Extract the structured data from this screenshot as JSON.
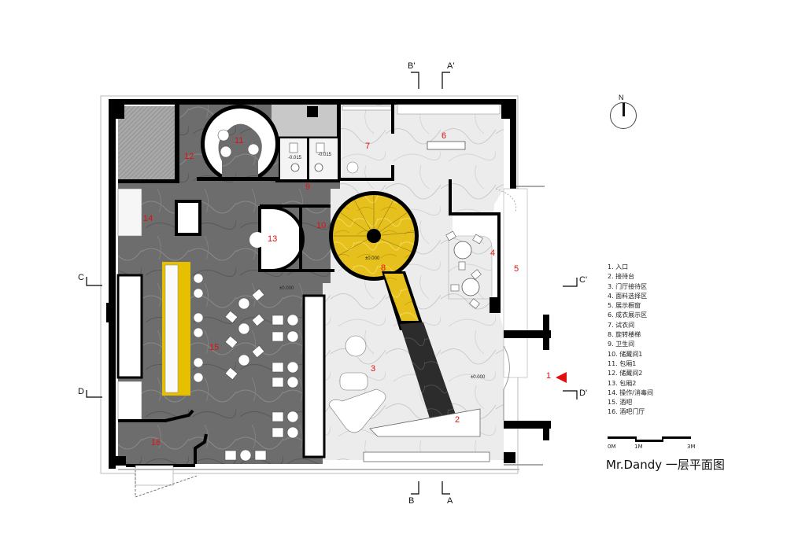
{
  "title": "Mr.Dandy 一层平面图",
  "north_label": "N",
  "legend": [
    "1. 入口",
    "2. 接待台",
    "3. 门厅接待区",
    "4. 面料选择区",
    "5. 展示橱窗",
    "6. 成衣展示区",
    "7. 试衣间",
    "8. 旋转楼梯",
    "9. 卫生间",
    "10. 储藏间1",
    "11. 包厢1",
    "12. 储藏间2",
    "13. 包厢2",
    "14. 操作/消毒间",
    "15. 酒吧",
    "16. 酒吧门厅"
  ],
  "scale_bar": {
    "labels": [
      "0M",
      "1M",
      "3M"
    ]
  },
  "section_marks": {
    "top": [
      "B'",
      "A'"
    ],
    "bottom": [
      "B",
      "A"
    ],
    "left": [
      "C",
      "D"
    ],
    "right": [
      "C'",
      "D'"
    ]
  },
  "room_numbers": {
    "r1": "1",
    "r2": "2",
    "r3": "3",
    "r4": "4",
    "r5": "5",
    "r6": "6",
    "r7": "7",
    "r8": "8",
    "r9": "9",
    "r10": "10",
    "r11": "11",
    "r12": "12",
    "r13": "13",
    "r14": "14",
    "r15": "15",
    "r16": "16"
  },
  "elevations": {
    "wc1": "-0.015",
    "wc2": "-0.015",
    "stair": "±0.000",
    "bar": "±0.000",
    "lobby": "±0.000"
  },
  "colors": {
    "wall": "#000000",
    "dark_marble": "#6e6e6e",
    "light_marble": "#e8e8e8",
    "stair_yellow": "#e8c21a",
    "bar_counter_yellow": "#e6c000",
    "entrance_arrow": "#e01010",
    "room_number": "#e01010"
  }
}
